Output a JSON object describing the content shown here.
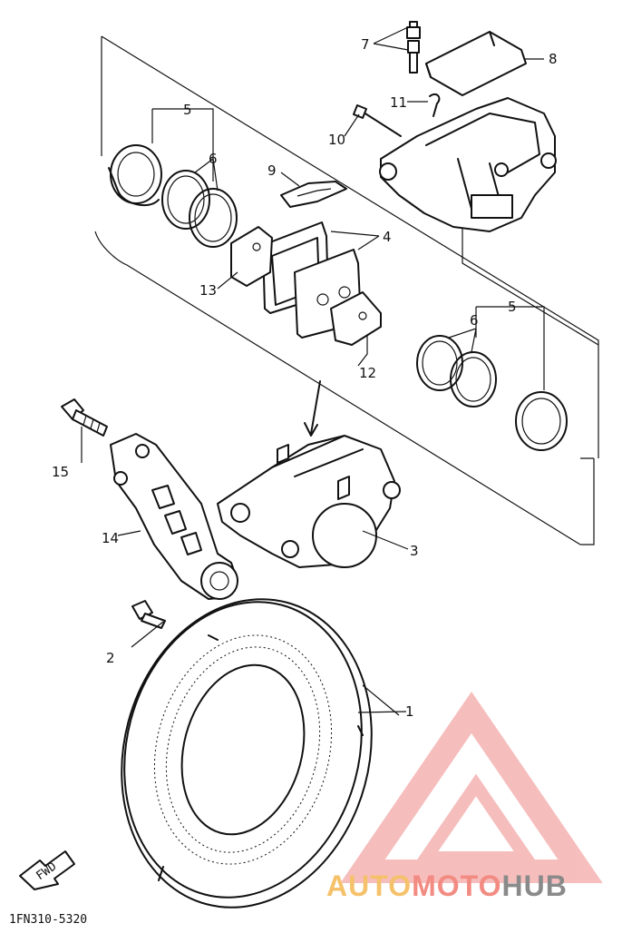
{
  "diagram": {
    "part_labels": {
      "p1": "1",
      "p2": "2",
      "p3": "3",
      "p4": "4",
      "p5a": "5",
      "p5b": "5",
      "p6a": "6",
      "p6b": "6",
      "p7": "7",
      "p8": "8",
      "p9": "9",
      "p10": "10",
      "p11": "11",
      "p12": "12",
      "p13": "13",
      "p14": "14",
      "p15": "15"
    },
    "drawing_code": "1FN310-5320",
    "fwd_arrow": "FWD"
  },
  "watermark": {
    "part1": "AUTO",
    "part2": "MOTO",
    "part3": "HUB",
    "colors": {
      "part1": "#f5c26b",
      "part2": "#f28b82",
      "part3": "#8a8a8a",
      "logo": "#f4a8a8"
    }
  }
}
